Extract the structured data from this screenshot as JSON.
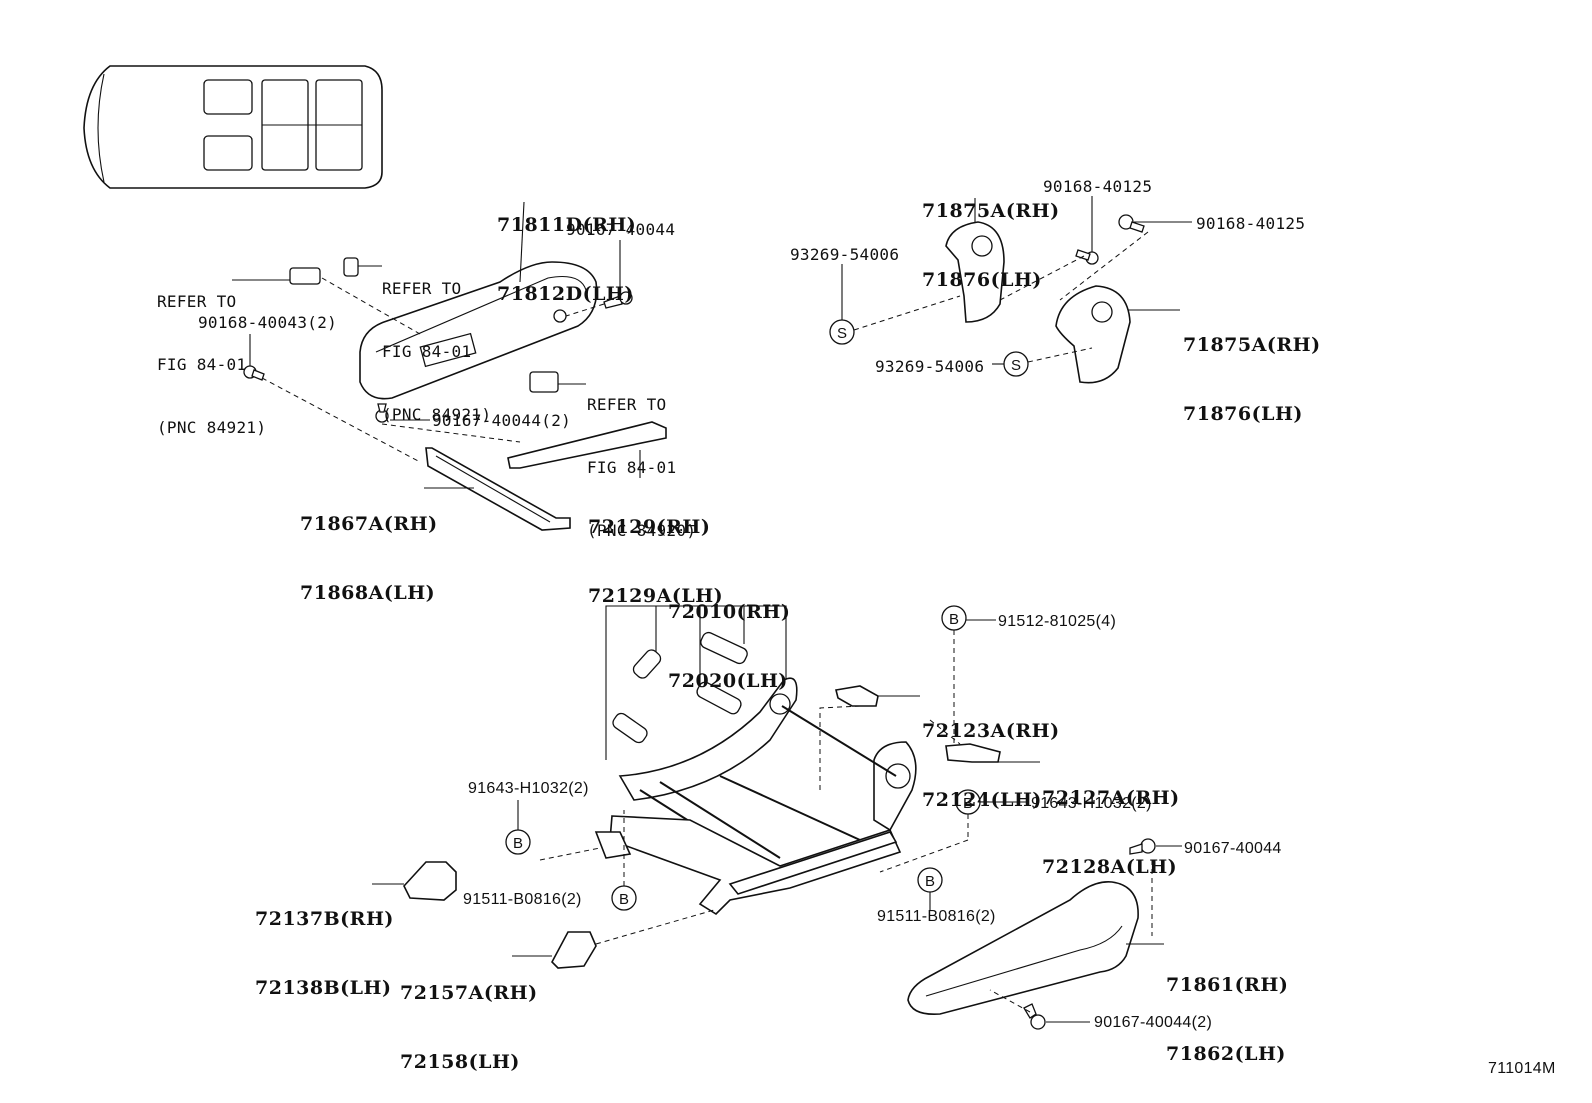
{
  "diagram_id": "711014M",
  "markers": {
    "s": "S",
    "b": "B"
  },
  "labels": {
    "p71811d": [
      "71811D(RH)",
      "71812D(LH)"
    ],
    "p90167_top": "90167-40044",
    "refer_left": [
      "REFER TO",
      "FIG 84-01",
      "(PNC 84921)"
    ],
    "refer_mid": [
      "REFER TO",
      "FIG 84-01",
      "(PNC 84921)"
    ],
    "p90168_40043": "90168-40043(2)",
    "refer_low": [
      "REFER TO",
      "FIG 84-01",
      "(PNC 84920)"
    ],
    "p90167_2": "90167-40044(2)",
    "p71867a": [
      "71867A(RH)",
      "71868A(LH)"
    ],
    "p72129": [
      "72129(RH)",
      "72129A(LH)"
    ],
    "p71875a_top": [
      "71875A(RH)",
      "71876(LH)"
    ],
    "p90168_40125_a": "90168-40125",
    "p90168_40125_b": "90168-40125",
    "p93269_a": "93269-54006",
    "p71875a_right": [
      "71875A(RH)",
      "71876(LH)"
    ],
    "p93269_b": "93269-54006",
    "p72010": [
      "72010(RH)",
      "72020(LH)"
    ],
    "p91512": "91512-81025(4)",
    "p72123a": [
      "72123A(RH)",
      "72124(LH)"
    ],
    "p72127a": [
      "72127A(RH)",
      "72128A(LH)"
    ],
    "p91643_right": "91643-H1032(2)",
    "p91643_left": "91643-H1032(2)",
    "p90167_right": "90167-40044",
    "p72137b": [
      "72137B(RH)",
      "72138B(LH)"
    ],
    "p91511_left": "91511-B0816(2)",
    "p91511_right": "91511-B0816(2)",
    "p72157a": [
      "72157A(RH)",
      "72158(LH)"
    ],
    "p71861": [
      "71861(RH)",
      "71862(LH)"
    ],
    "p90167_bottom": "90167-40044(2)"
  }
}
